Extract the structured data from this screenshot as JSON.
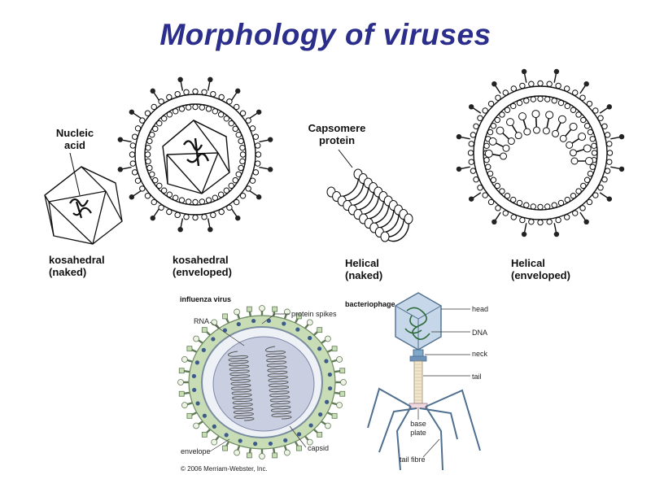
{
  "title": "Morphology of viruses",
  "top_row": {
    "icosahedral_naked": {
      "pointer_label": "Nucleic acid",
      "caption_line1": "kosahedral",
      "caption_line2": "(naked)"
    },
    "icosahedral_enveloped": {
      "caption_line1": "kosahedral",
      "caption_line2": "(enveloped)"
    },
    "helical_naked": {
      "pointer_label": "Capsomere protein",
      "caption_line1": "Helical",
      "caption_line2": "(naked)"
    },
    "helical_enveloped": {
      "caption_line1": "Helical",
      "caption_line2": "(enveloped)"
    }
  },
  "influenza": {
    "heading": "influenza virus",
    "labels": {
      "rna": "RNA",
      "protein_spikes": "protein spikes",
      "envelope": "envelope",
      "capsid": "capsid"
    },
    "copyright": "© 2006 Merriam-Webster, Inc."
  },
  "bacteriophage": {
    "heading": "bacteriophage",
    "labels": {
      "head": "head",
      "dna": "DNA",
      "neck": "neck",
      "tail": "tail",
      "base_plate": "base plate",
      "tail_fibre": "tail fibre"
    }
  },
  "colors": {
    "title": "#2b2e8a",
    "influenza_green": "#c8dcb6",
    "phage_blue": "#7fa8c9"
  }
}
